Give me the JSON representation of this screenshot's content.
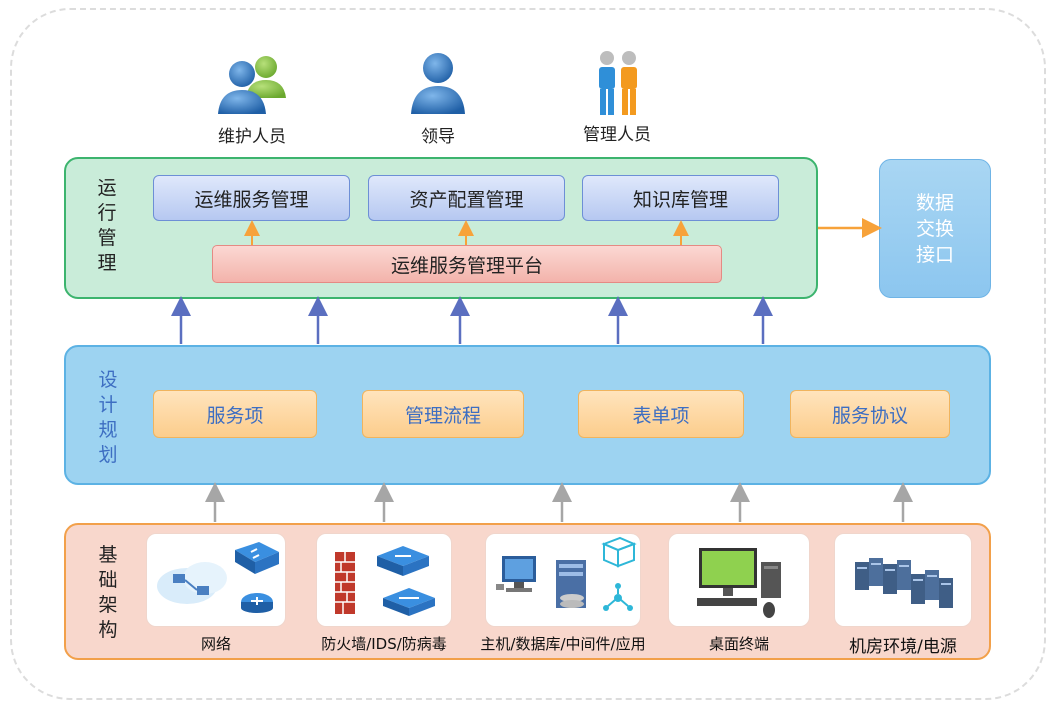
{
  "roles": [
    {
      "label": "维护人员",
      "icon": "two-users-icon"
    },
    {
      "label": "领导",
      "icon": "single-user-icon"
    },
    {
      "label": "管理人员",
      "icon": "figures-icon"
    }
  ],
  "ops": {
    "label": "运行管理",
    "modules": [
      "运维服务管理",
      "资产配置管理",
      "知识库管理"
    ],
    "platform": "运维服务管理平台",
    "exchange": "数据交换接口"
  },
  "design": {
    "label": "设计规划",
    "items": [
      "服务项",
      "管理流程",
      "表单项",
      "服务协议"
    ]
  },
  "infra": {
    "label": "基础架构",
    "items": [
      {
        "label": "网络",
        "icon": "network-icon"
      },
      {
        "label": "防火墙/IDS/防病毒",
        "icon": "firewall-icon"
      },
      {
        "label": "主机/数据库/中间件/应用",
        "icon": "server-icon"
      },
      {
        "label": "桌面终端",
        "icon": "desktop-icon"
      },
      {
        "label": "机房环境/电源",
        "icon": "datacenter-icon"
      }
    ]
  },
  "colors": {
    "ops_border": "#3cb46e",
    "design_border": "#5cb2e4",
    "infra_border": "#f2a04a",
    "arrow_orange": "#f7a23a",
    "arrow_blue": "#5b6fc0",
    "arrow_gray": "#a6a6a6"
  }
}
